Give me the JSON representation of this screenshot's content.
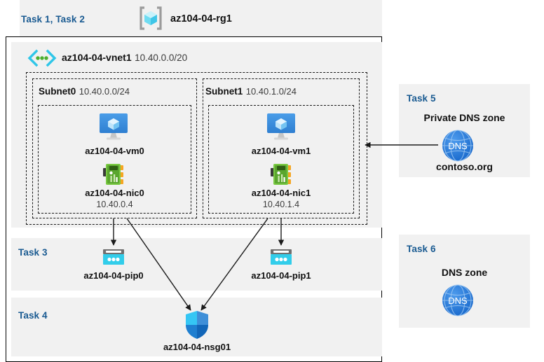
{
  "header": {
    "tasks_label": "Task 1, Task 2",
    "resource_group_name": "az104-04-rg1",
    "resource_group_icon": "resource-group-cube-icon"
  },
  "vnet": {
    "name": "az104-04-vnet1",
    "cidr": "10.40.0.0/20",
    "icon": "virtual-network-icon"
  },
  "subnets": [
    {
      "name": "Subnet0",
      "cidr": "10.40.0.0/24",
      "vm": {
        "name": "az104-04-vm0",
        "icon": "virtual-machine-icon"
      },
      "nic": {
        "name": "az104-04-nic0",
        "ip": "10.40.0.4",
        "icon": "network-interface-icon"
      }
    },
    {
      "name": "Subnet1",
      "cidr": "10.40.1.0/24",
      "vm": {
        "name": "az104-04-vm1",
        "icon": "virtual-machine-icon"
      },
      "nic": {
        "name": "az104-04-nic1",
        "ip": "10.40.1.4",
        "icon": "network-interface-icon"
      }
    }
  ],
  "task3": {
    "label": "Task 3",
    "public_ips": [
      {
        "name": "az104-04-pip0",
        "icon": "public-ip-address-icon"
      },
      {
        "name": "az104-04-pip1",
        "icon": "public-ip-address-icon"
      }
    ]
  },
  "task4": {
    "label": "Task 4",
    "nsg": {
      "name": "az104-04-nsg01",
      "icon": "network-security-group-shield-icon"
    }
  },
  "task5": {
    "label": "Task 5",
    "title": "Private DNS zone",
    "zone_name": "contoso.org",
    "icon": "dns-globe-icon",
    "icon_text": "DNS"
  },
  "task6": {
    "label": "Task 6",
    "title": "DNS zone",
    "icon": "dns-globe-icon",
    "icon_text": "DNS"
  },
  "colors": {
    "task_label": "#195a91",
    "panel_background": "#f1f1f1",
    "page_background": "#ffffff",
    "dashed_border": "#1a1a1a",
    "dns_blue": "#1f6fcf",
    "public_ip_cyan": "#32cdea",
    "vm_blue": "#3b8be0",
    "nic_green": "#6db33f",
    "connector": "#1a1a1a"
  }
}
